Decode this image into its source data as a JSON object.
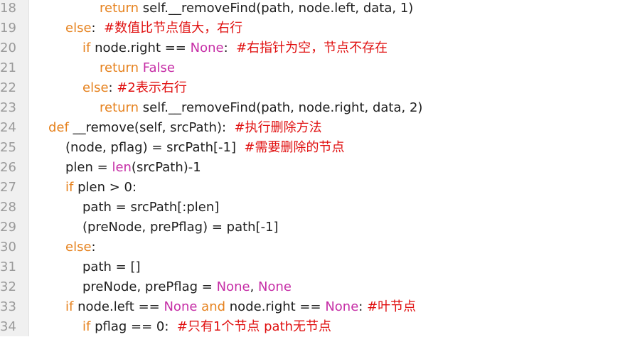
{
  "editor": {
    "lines": [
      {
        "num": "18",
        "indent": 140,
        "segs": [
          {
            "t": "return",
            "c": "kw"
          },
          {
            "t": " self.__removeFind(path, node.left, data, 1)",
            "c": "tx"
          }
        ]
      },
      {
        "num": "19",
        "indent": 92,
        "segs": [
          {
            "t": "else",
            "c": "kw"
          },
          {
            "t": ":  ",
            "c": "tx"
          },
          {
            "t": "#数值比节点值大，右行",
            "c": "cm"
          }
        ]
      },
      {
        "num": "20",
        "indent": 116,
        "segs": [
          {
            "t": "if",
            "c": "kw"
          },
          {
            "t": " node.right == ",
            "c": "tx"
          },
          {
            "t": "None",
            "c": "bi"
          },
          {
            "t": ":  ",
            "c": "tx"
          },
          {
            "t": "#右指针为空，节点不存在",
            "c": "cm"
          }
        ]
      },
      {
        "num": "21",
        "indent": 140,
        "segs": [
          {
            "t": "return",
            "c": "kw"
          },
          {
            "t": " ",
            "c": "tx"
          },
          {
            "t": "False",
            "c": "bi"
          }
        ]
      },
      {
        "num": "22",
        "indent": 116,
        "segs": [
          {
            "t": "else",
            "c": "kw"
          },
          {
            "t": ": ",
            "c": "tx"
          },
          {
            "t": "#2表示右行",
            "c": "cm"
          }
        ]
      },
      {
        "num": "23",
        "indent": 140,
        "segs": [
          {
            "t": "return",
            "c": "kw"
          },
          {
            "t": " self.__removeFind(path, node.right, data, 2)",
            "c": "tx"
          }
        ]
      },
      {
        "num": "24",
        "indent": 68,
        "segs": [
          {
            "t": "def",
            "c": "kw"
          },
          {
            "t": " __remove(self, srcPath):  ",
            "c": "tx"
          },
          {
            "t": "#执行删除方法",
            "c": "cm"
          }
        ]
      },
      {
        "num": "25",
        "indent": 92,
        "segs": [
          {
            "t": "(node, pflag) = srcPath[-1]  ",
            "c": "tx"
          },
          {
            "t": "#需要删除的节点",
            "c": "cm"
          }
        ]
      },
      {
        "num": "26",
        "indent": 92,
        "segs": [
          {
            "t": "plen = ",
            "c": "tx"
          },
          {
            "t": "len",
            "c": "bi"
          },
          {
            "t": "(srcPath)-1",
            "c": "tx"
          }
        ]
      },
      {
        "num": "27",
        "indent": 92,
        "segs": [
          {
            "t": "if",
            "c": "kw"
          },
          {
            "t": " plen > 0:",
            "c": "tx"
          }
        ]
      },
      {
        "num": "28",
        "indent": 116,
        "segs": [
          {
            "t": "path = srcPath[:plen]",
            "c": "tx"
          }
        ]
      },
      {
        "num": "29",
        "indent": 116,
        "segs": [
          {
            "t": "(preNode, prePflag) = path[-1]",
            "c": "tx"
          }
        ]
      },
      {
        "num": "30",
        "indent": 92,
        "segs": [
          {
            "t": "else",
            "c": "kw"
          },
          {
            "t": ":",
            "c": "tx"
          }
        ]
      },
      {
        "num": "31",
        "indent": 116,
        "segs": [
          {
            "t": "path = []",
            "c": "tx"
          }
        ]
      },
      {
        "num": "32",
        "indent": 116,
        "segs": [
          {
            "t": "preNode, prePflag = ",
            "c": "tx"
          },
          {
            "t": "None",
            "c": "bi"
          },
          {
            "t": ", ",
            "c": "tx"
          },
          {
            "t": "None",
            "c": "bi"
          }
        ]
      },
      {
        "num": "33",
        "indent": 92,
        "segs": [
          {
            "t": "if",
            "c": "kw"
          },
          {
            "t": " node.left == ",
            "c": "tx"
          },
          {
            "t": "None",
            "c": "bi"
          },
          {
            "t": " ",
            "c": "tx"
          },
          {
            "t": "and",
            "c": "kw"
          },
          {
            "t": " node.right == ",
            "c": "tx"
          },
          {
            "t": "None",
            "c": "bi"
          },
          {
            "t": ": ",
            "c": "tx"
          },
          {
            "t": "#叶节点",
            "c": "cm"
          }
        ]
      },
      {
        "num": "34",
        "indent": 116,
        "segs": [
          {
            "t": "if",
            "c": "kw"
          },
          {
            "t": " pflag == 0:  ",
            "c": "tx"
          },
          {
            "t": "#只有1个节点 path无节点",
            "c": "cm"
          }
        ]
      }
    ]
  }
}
